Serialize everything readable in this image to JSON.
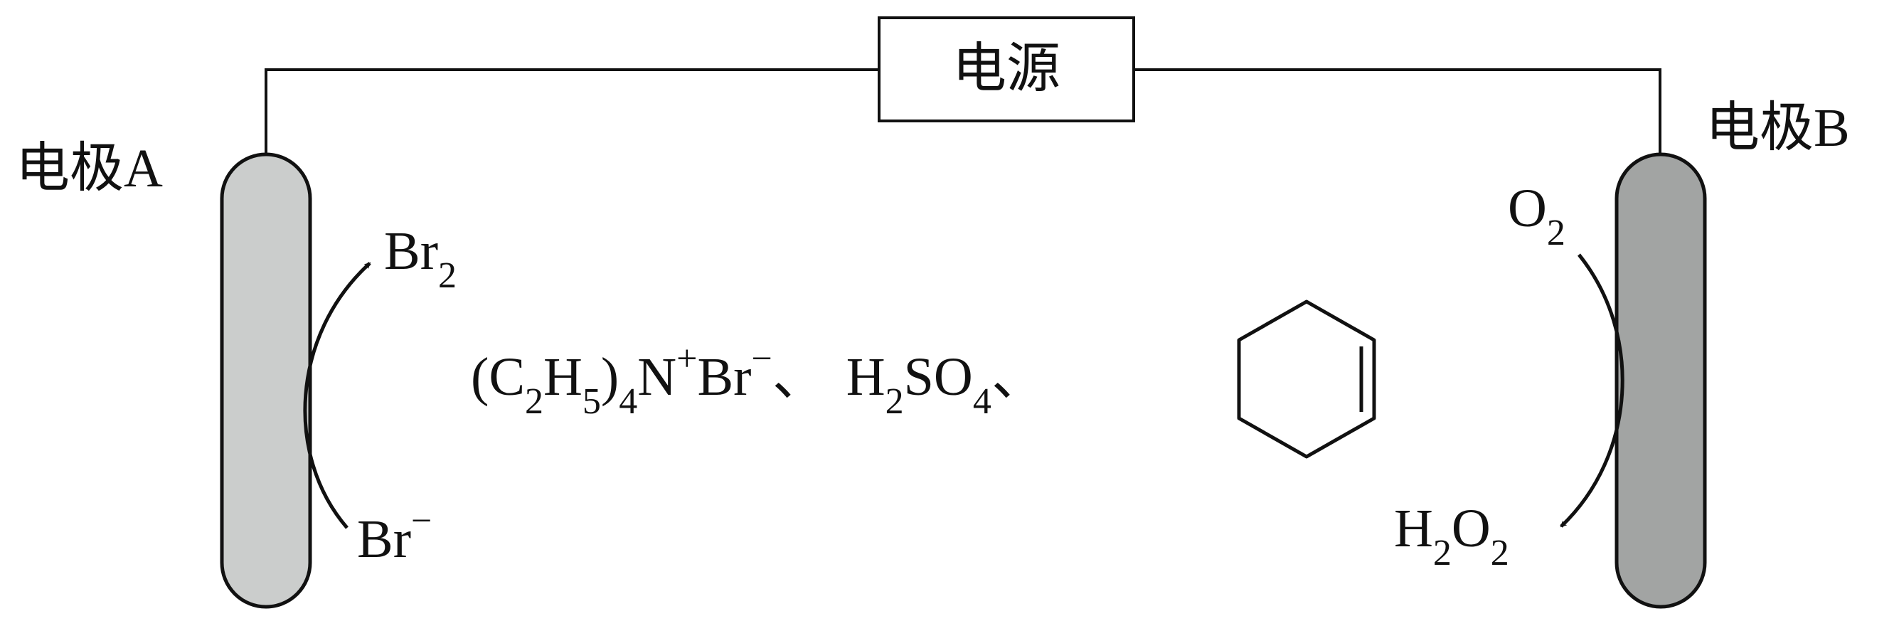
{
  "power_source": {
    "label": "电源"
  },
  "electrode_a": {
    "label": "电极A",
    "fill": "#cbcdcc",
    "reactant": {
      "base": "Br",
      "sup": "−"
    },
    "product": {
      "base": "Br",
      "sub": "2"
    }
  },
  "electrode_b": {
    "label": "电极B",
    "fill": "#a2a4a3",
    "reactant": {
      "base": "O",
      "sub": "2"
    },
    "product": {
      "h": "H",
      "h_sub": "2",
      "o": "O",
      "o_sub": "2"
    }
  },
  "electrolyte": {
    "open_paren": "(",
    "c": "C",
    "c_sub": "2",
    "h": "H",
    "h_sub": "5",
    "close_paren": ")",
    "paren_sub": "4",
    "n": "N",
    "n_sup": "+",
    "br": "Br",
    "br_sup": "−",
    "sep1": "、",
    "h2": "H",
    "h2_sub": "2",
    "so": "SO",
    "so_sub": "4",
    "sep2": "、",
    "cyclohexene_icon": "cyclohexene-structure-icon"
  },
  "colors": {
    "stroke": "#111111",
    "background": "#ffffff"
  }
}
